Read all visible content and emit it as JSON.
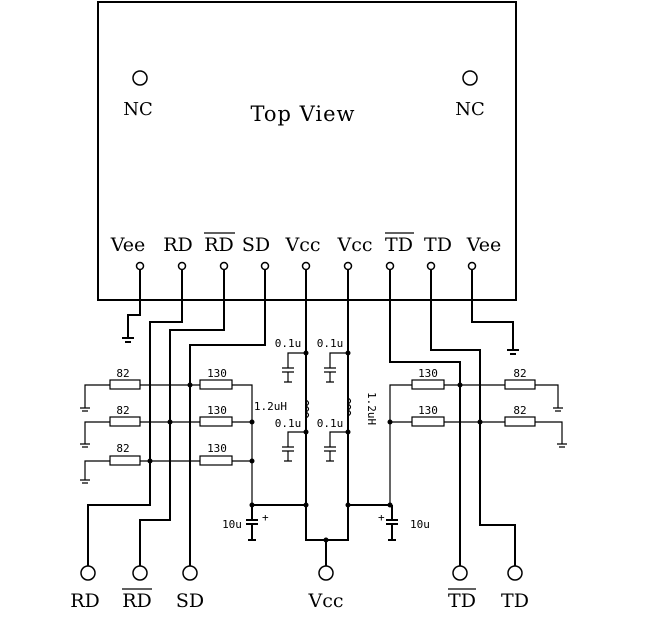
{
  "module": {
    "title": "Top View",
    "nc_left": "NC",
    "nc_right": "NC",
    "pins": [
      "Vee",
      "RD",
      "RD",
      "SD",
      "Vcc",
      "Vcc",
      "TD",
      "TD",
      "Vee"
    ]
  },
  "components": {
    "r82": "82",
    "r130": "130",
    "cap_small": "0.1u",
    "inductor": "1.2uH",
    "cap_big": "10u",
    "plus": "+"
  },
  "outputs": {
    "rd": "RD",
    "rd_bar": "RD",
    "sd": "SD",
    "vcc": "Vcc",
    "td_bar": "TD",
    "td": "TD"
  }
}
